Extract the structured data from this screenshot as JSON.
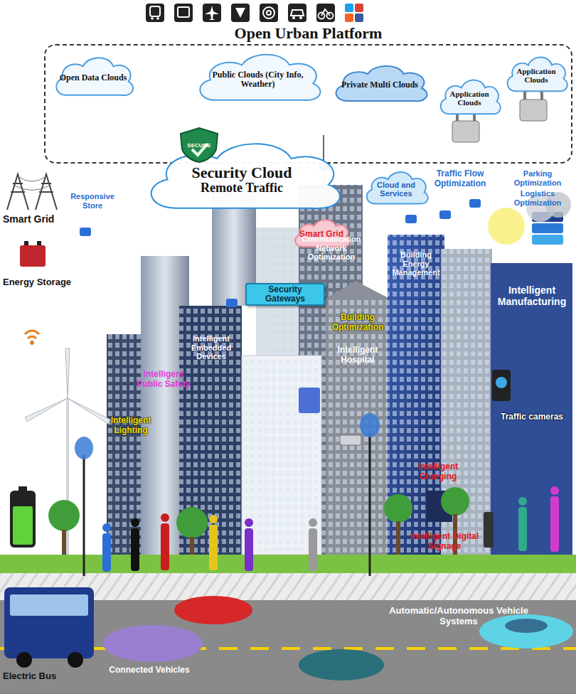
{
  "diagram": {
    "nodes": [
      {
        "text": [
          "Open Urban Platform"
        ]
      },
      {
        "text": [
          "Open Data Clouds"
        ],
        "in": 0
      },
      {
        "text": [
          "Public Clouds (City Info, Weather)"
        ],
        "in": 0
      },
      {
        "text": [
          "Private Multi Clouds"
        ],
        "in": 0
      },
      {
        "text": [
          "Application Clouds"
        ],
        "in": 0
      },
      {
        "text": [
          "Application Clouds"
        ],
        "in": 0
      },
      {
        "text": [
          "Security Cloud",
          "Remote Traffic"
        ]
      },
      {
        "text": [
          "Smart Grid"
        ]
      },
      {
        "text": [
          "Cloud and Services"
        ]
      },
      {
        "text": [
          "Security Gateways"
        ]
      }
    ],
    "labels": [
      "SECURE",
      "Traffic Flow Optimization",
      "Parking Optimization",
      "Logistics Optimization",
      "Smart Grid",
      "Responsive Store",
      "Building Energy Management",
      "Communication Network Optimization",
      "Energy Storage",
      "Intelligent Lighting",
      "Intelligent Public Safety",
      "Intelligent Embedded Devices",
      "Building Optimization",
      "Intelligent Hospital",
      "Intelligent Manufacturing",
      "Traffic cameras",
      "Intelligent Charging",
      "Intelligent Digital Signage",
      "Connected Vehicles",
      "Automatic/Autonomous Vehicle Systems",
      "Electric Bus"
    ]
  }
}
